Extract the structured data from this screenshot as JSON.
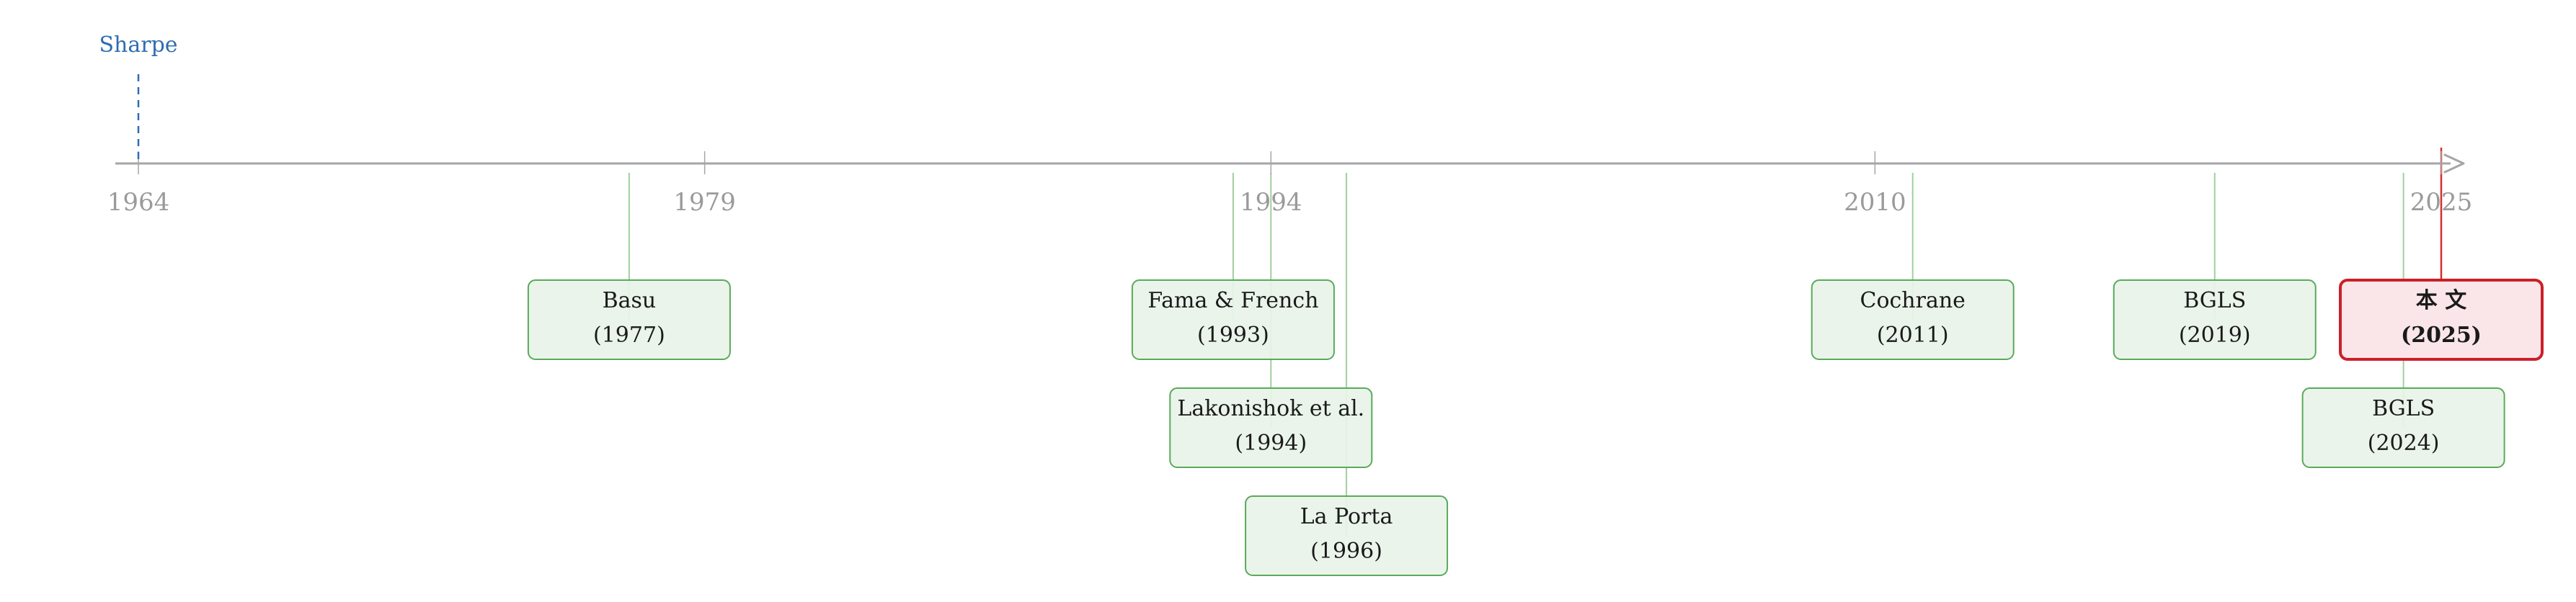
{
  "timeline": {
    "start_year": 1964,
    "end_year": 2025,
    "axis_color": "#a6a6a6",
    "tick_years": [
      1964,
      1979,
      1994,
      2010,
      2025
    ],
    "start_marker": {
      "label": "Sharpe",
      "year": 1964,
      "color": "#2f6db0"
    }
  },
  "nodes": [
    {
      "id": "basu",
      "line1": "Basu",
      "line2": "(1977)",
      "year": 1977,
      "row": 0,
      "highlight": false
    },
    {
      "id": "fama-french",
      "line1": "Fama & French",
      "line2": "(1993)",
      "year": 1993,
      "row": 0,
      "highlight": false
    },
    {
      "id": "lakonishok",
      "line1": "Lakonishok et al.",
      "line2": "(1994)",
      "year": 1994,
      "row": 1,
      "highlight": false
    },
    {
      "id": "la-porta",
      "line1": "La Porta",
      "line2": "(1996)",
      "year": 1996,
      "row": 2,
      "highlight": false
    },
    {
      "id": "cochrane",
      "line1": "Cochrane",
      "line2": "(2011)",
      "year": 2011,
      "row": 0,
      "highlight": false
    },
    {
      "id": "bgls-2019",
      "line1": "BGLS",
      "line2": "(2019)",
      "year": 2019,
      "row": 0,
      "highlight": false
    },
    {
      "id": "this-paper",
      "line1": "本 文",
      "line2": "(2025)",
      "year": 2025,
      "row": 0,
      "highlight": true
    },
    {
      "id": "bgls-2024",
      "line1": "BGLS",
      "line2": "(2024)",
      "year": 2024,
      "row": 1,
      "highlight": false
    }
  ],
  "colors": {
    "node_fill": "#e8f3e8",
    "node_stroke": "#5aaa5a",
    "connector": "#9fd09f",
    "highlight_fill": "#fae6e8",
    "highlight_stroke": "#cc1f2a",
    "highlight_connector": "#d32f2f"
  }
}
